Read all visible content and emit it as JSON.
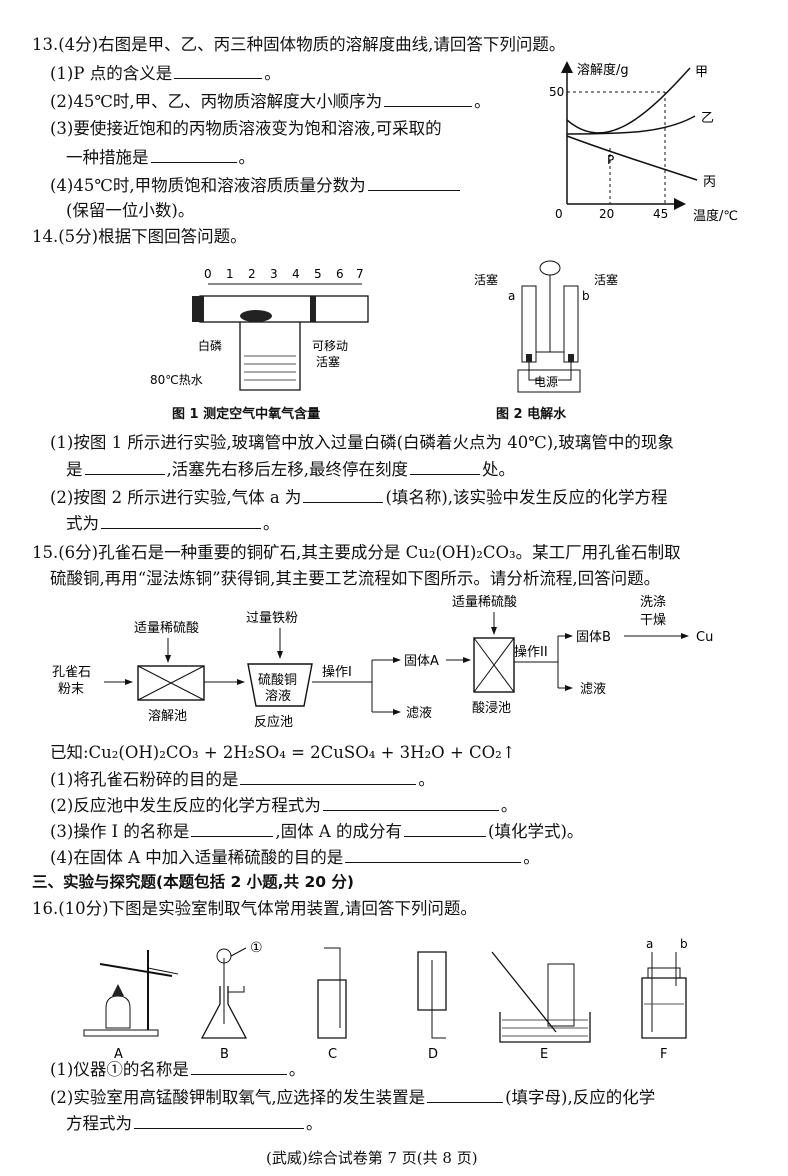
{
  "q13": {
    "stem": "13.(4分)右图是甲、乙、丙三种固体物质的溶解度曲线,请回答下列问题。",
    "p1": "(1)P 点的含义是",
    "p2": "(2)45℃时,甲、乙、丙物质溶解度大小顺序为",
    "p3a": "(3)要使接近饱和的丙物质溶液变为饱和溶液,可采取的",
    "p3b": "一种措施是",
    "p4a": "(4)45℃时,甲物质饱和溶液溶质质量分数为",
    "p4b": "(保留一位小数)。",
    "period": "。",
    "chart": {
      "ylabel": "溶解度/g",
      "xlabel": "温度/℃",
      "y50": "50",
      "x0": "0",
      "x20": "20",
      "x45": "45",
      "label_jia": "甲",
      "label_yi": "乙",
      "label_bing": "丙",
      "label_p": "P"
    }
  },
  "q14": {
    "stem": "14.(5分)根据下图回答问题。",
    "fig1": {
      "scale": [
        "0",
        "1",
        "2",
        "3",
        "4",
        "5",
        "6",
        "7"
      ],
      "white_p": "白磷",
      "hot_water": "80℃热水",
      "piston_a": "可移动",
      "piston_b": "活塞",
      "caption": "图 1   测定空气中氧气含量"
    },
    "fig2": {
      "stopcock_l": "活塞",
      "stopcock_r": "活塞",
      "a": "a",
      "b": "b",
      "power": "电源",
      "caption": "图 2   电解水"
    },
    "p1a": "(1)按图 1 所示进行实验,玻璃管中放入过量白磷(白磷着火点为 40℃),玻璃管中的现象",
    "p1b_1": "是",
    "p1b_2": ",活塞先右移后左移,最终停在刻度",
    "p1b_3": "处。",
    "p2a_1": "(2)按图 2 所示进行实验,气体 a 为",
    "p2a_2": "(填名称),该实验中发生反应的化学方程",
    "p2b": "式为",
    "period": "。"
  },
  "q15": {
    "stem_a": "15.(6分)孔雀石是一种重要的铜矿石,其主要成分是 Cu₂(OH)₂CO₃。某工厂用孔雀石制取",
    "stem_b": "硫酸铜,再用“湿法炼铜”获得铜,其主要工艺流程如下图所示。请分析流程,回答问题。",
    "flow": {
      "raw_a": "孔雀石",
      "raw_b": "粉末",
      "acid1": "适量稀硫酸",
      "dissolve": "溶解池",
      "iron": "过量铁粉",
      "cuso4_a": "硫酸铜",
      "cuso4_b": "溶液",
      "reactor": "反应池",
      "op1": "操作I",
      "solid_a": "固体A",
      "filtrate1": "滤液",
      "acid2": "适量稀硫酸",
      "acid_leach": "酸浸池",
      "op2": "操作II",
      "solid_b": "固体B",
      "wash": "洗涤",
      "dry": "干燥",
      "cu": "Cu",
      "filtrate2": "滤液"
    },
    "known": "已知:Cu₂(OH)₂CO₃ + 2H₂SO₄ = 2CuSO₄ + 3H₂O + CO₂↑",
    "p1": "(1)将孔雀石粉碎的目的是",
    "p2": "(2)反应池中发生反应的化学方程式为",
    "p3_1": "(3)操作 I 的名称是",
    "p3_2": ",固体 A 的成分有",
    "p3_3": "(填化学式)。",
    "p4": "(4)在固体 A 中加入适量稀硫酸的目的是",
    "period": "。"
  },
  "section3": "三、实验与探究题(本题包括 2 小题,共 20 分)",
  "q16": {
    "stem": "16.(10分)下图是实验室制取气体常用装置,请回答下列问题。",
    "marker": "①",
    "labels": [
      "A",
      "B",
      "C",
      "D",
      "E",
      "F"
    ],
    "port_a": "a",
    "port_b": "b",
    "p1": "(1)仪器①的名称是",
    "p2a_1": "(2)实验室用高锰酸钾制取氧气,应选择的发生装置是",
    "p2a_2": "(填字母),反应的化学",
    "p2b": "方程式为",
    "period": "。"
  },
  "footer": "(武威)综合试卷第 7 页(共 8 页)"
}
